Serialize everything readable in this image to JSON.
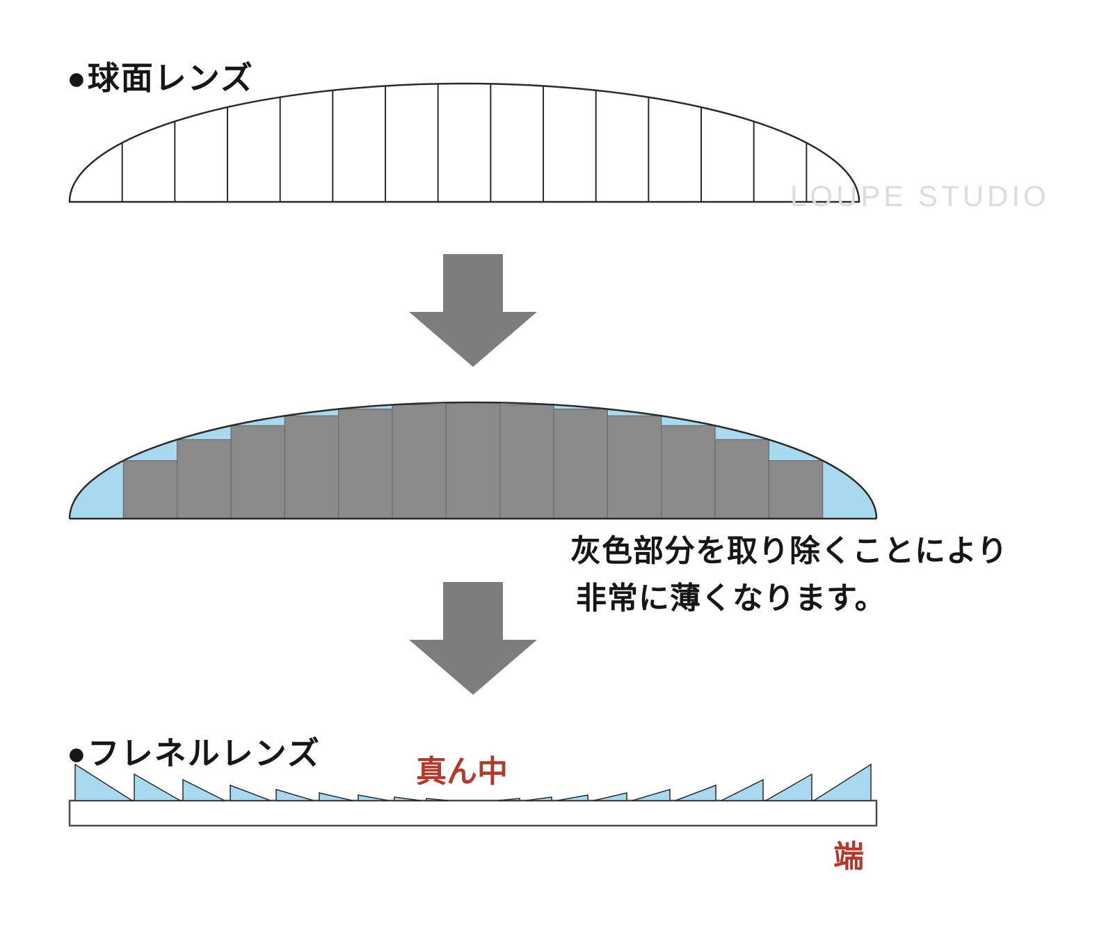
{
  "labels": {
    "spherical_title": "●球面レンズ",
    "fresnel_title": "●フレネルレンズ",
    "note_line1": "灰色部分を取り除くことにより",
    "note_line2": "非常に薄くなります。",
    "center_label": "真ん中",
    "edge_label": "端",
    "watermark": "LOUPE STUDIO"
  },
  "colors": {
    "blue": "#a9d9ee",
    "gray": "#8a8a8a",
    "gray_edge": "#6a6a6a",
    "arrow": "#7d7d7d",
    "red": "#b13a2c",
    "outline": "#2a2a2a",
    "bar_stroke": "#4a4a4a",
    "watermark": "#dcdcdc",
    "text": "#161616"
  }
}
